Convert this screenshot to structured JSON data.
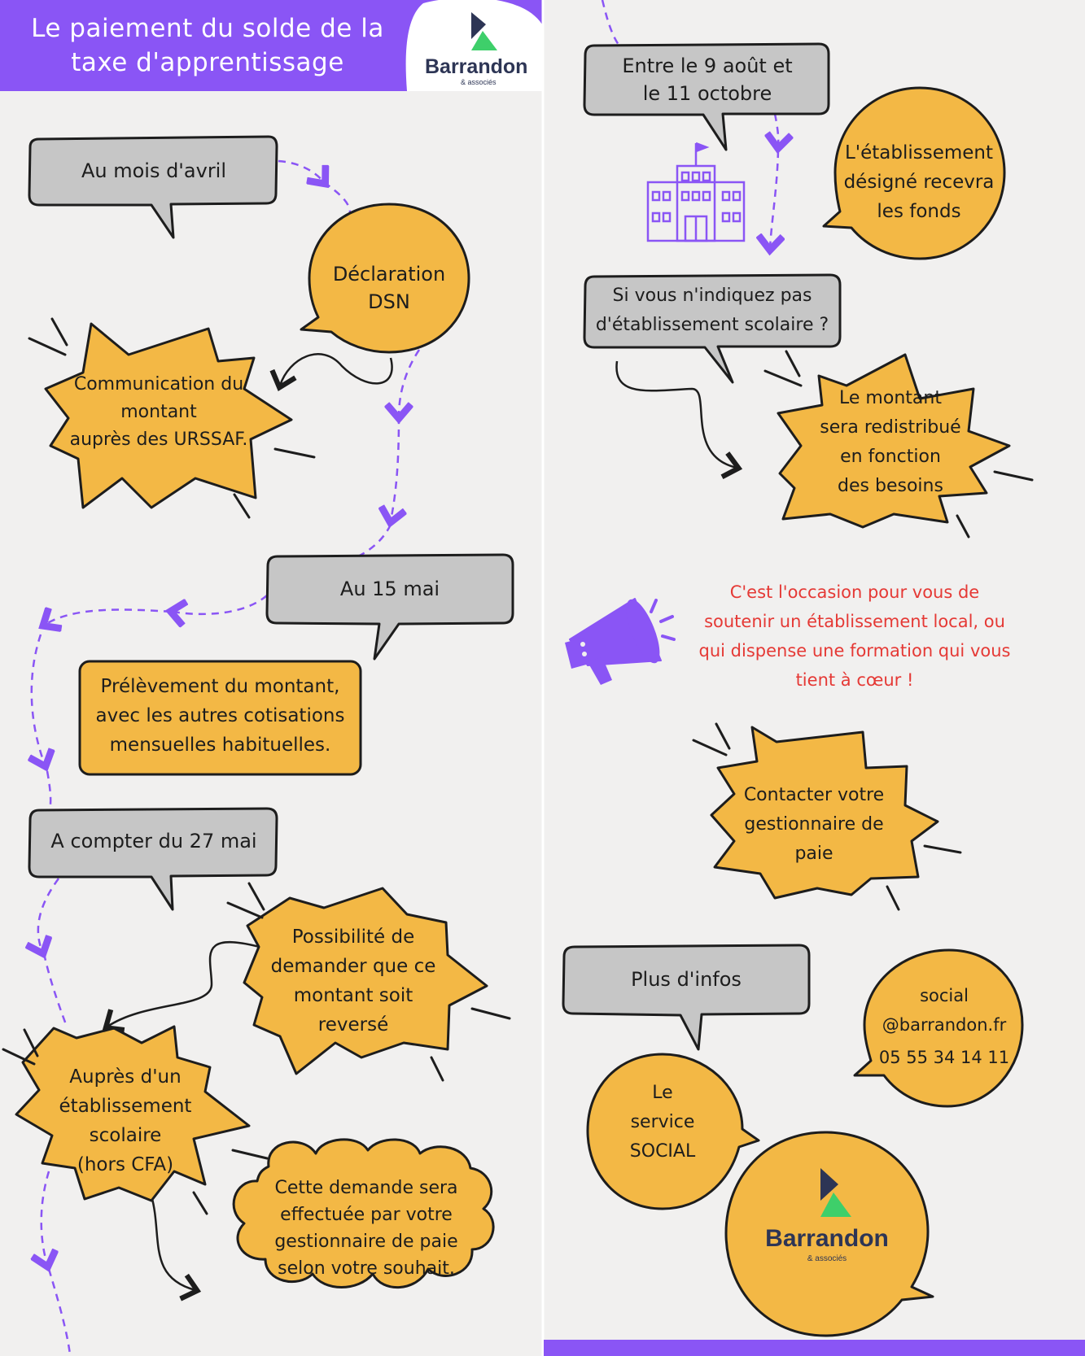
{
  "header": {
    "title_line1": "Le paiement du solde de la",
    "title_line2": "taxe d'apprentissage",
    "logo_brand": "Barrandon",
    "logo_sub": "& associés"
  },
  "left": {
    "april_label": "Au mois d'avril",
    "dsn_line1": "Déclaration",
    "dsn_line2": "DSN",
    "urssaf_line1": "Communication du",
    "urssaf_line2": "montant",
    "urssaf_line3": "auprès des URSSAF.",
    "may15_label": "Au 15 mai",
    "prelev_line1": "Prélèvement du montant,",
    "prelev_line2": "avec les autres cotisations",
    "prelev_line3": "mensuelles habituelles.",
    "may27_label": "A compter du 27 mai",
    "poss_line1": "Possibilité de",
    "poss_line2": "demander que ce",
    "poss_line3": "montant soit",
    "poss_line4": "reversé",
    "etab_line1": "Auprès d'un",
    "etab_line2": "établissement",
    "etab_line3": "scolaire",
    "etab_line4": "(hors CFA)",
    "cloud_line1": "Cette demande sera",
    "cloud_line2": "effectuée par votre",
    "cloud_line3": "gestionnaire de paie",
    "cloud_line4": "selon votre souhait."
  },
  "right": {
    "aug_line1": "Entre le 9 août et",
    "aug_line2": "le 11 octobre",
    "fonds_line1": "L'établissement",
    "fonds_line2": "désigné recevra",
    "fonds_line3": "les fonds",
    "si_line1": "Si vous n'indiquez pas",
    "si_line2": "d'établissement scolaire ?",
    "redis_line1": "Le montant",
    "redis_line2": "sera redistribué",
    "redis_line3": "en fonction",
    "redis_line4": "des besoins",
    "promo_line1": "C'est l'occasion pour vous de",
    "promo_line2": "soutenir un établissement local, ou",
    "promo_line3": "qui dispense une formation qui vous",
    "promo_line4": "tient à cœur !",
    "contact_line1": "Contacter votre",
    "contact_line2": "gestionnaire de",
    "contact_line3": "paie",
    "infos_label": "Plus d'infos",
    "email_line1": "social",
    "email_line2": "@barrandon.fr",
    "phone": "05 55 34 14 11",
    "service_line1": "Le",
    "service_line2": "service",
    "service_line3": "SOCIAL",
    "logo_brand": "Barrandon",
    "logo_sub": "& associés"
  },
  "colors": {
    "purple": "#8a55f5",
    "orange": "#f3b845",
    "gray_bubble": "#c6c6c6",
    "background": "#f1f0ef",
    "promo_text": "#e53935",
    "logo_navy": "#2d3555",
    "logo_green": "#3ecf6a"
  }
}
